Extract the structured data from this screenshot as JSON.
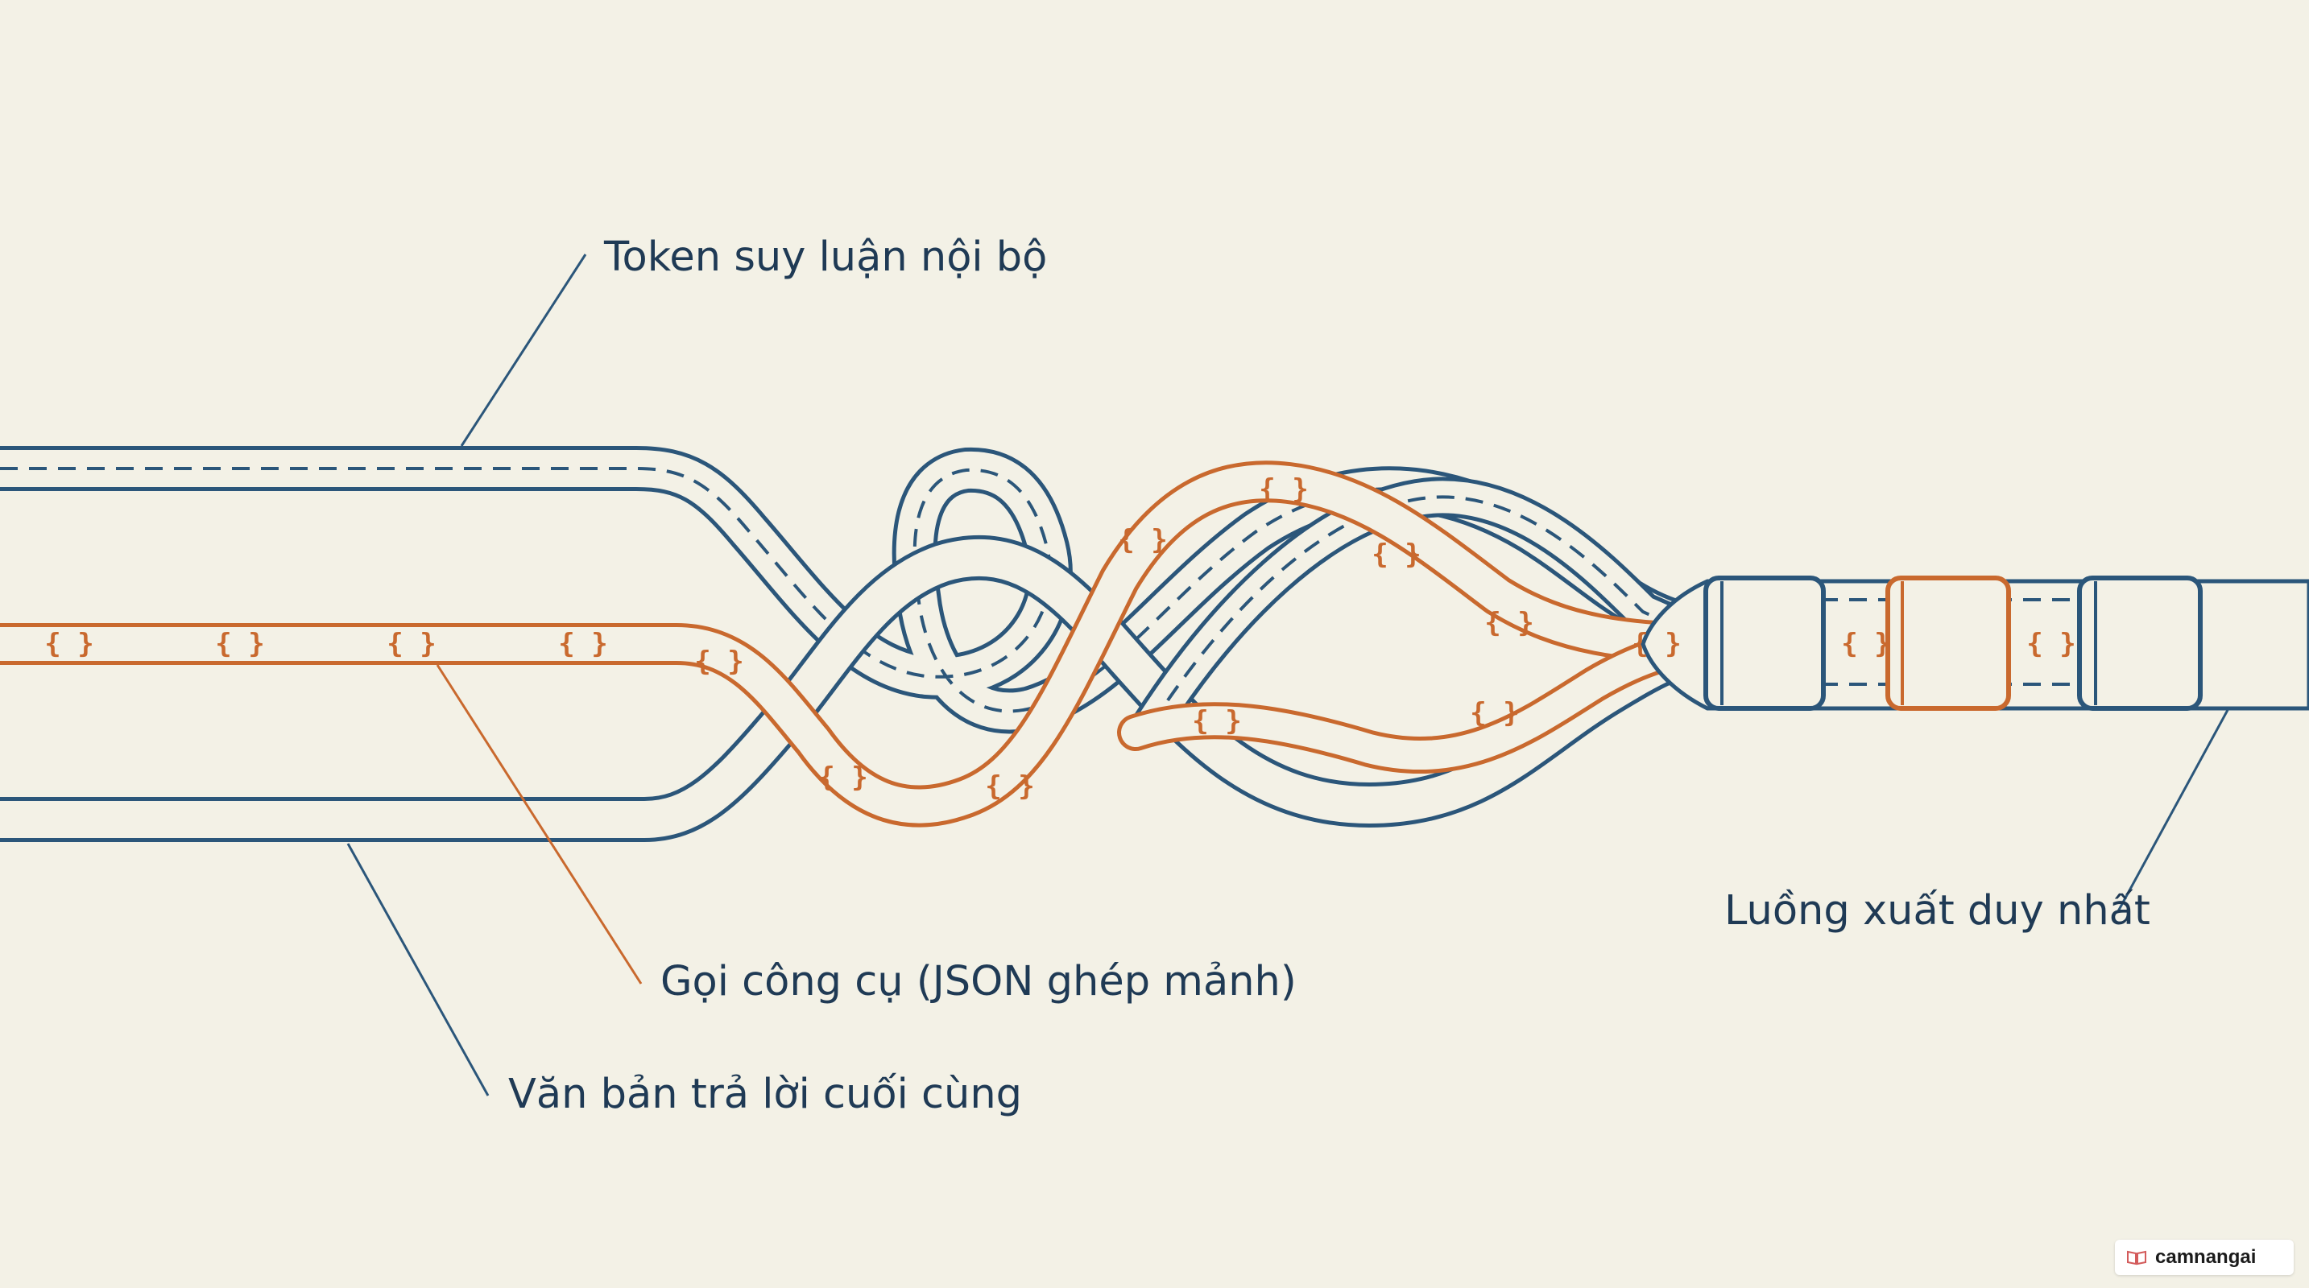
{
  "labels": {
    "reasoning": "Token suy luận nội bộ",
    "tool_call": "Gọi công cụ (JSON ghép mảnh)",
    "final_text": "Văn bản trả lời cuối cùng",
    "output": "Luồng xuất duy nhất"
  },
  "brace_glyph": "{ }",
  "watermark": "camnangai",
  "colors": {
    "background": "#f3f1e6",
    "blue": "#2b567a",
    "orange": "#c9692e",
    "label": "#1f3a55"
  }
}
